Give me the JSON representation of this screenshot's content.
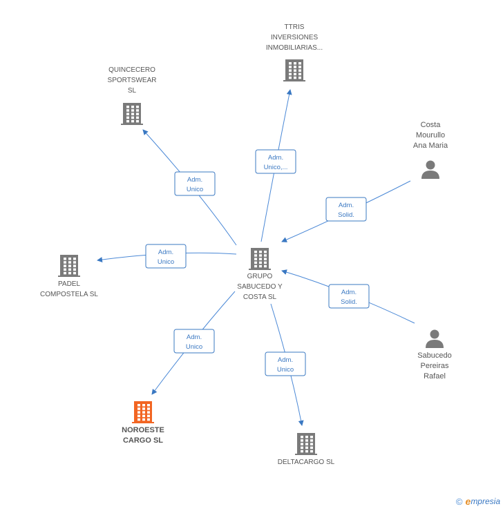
{
  "nodes": {
    "center": {
      "lines": [
        "GRUPO",
        "SABUCEDO Y",
        "COSTA SL"
      ],
      "kind": "company"
    },
    "ttris": {
      "lines": [
        "TTRIS",
        "INVERSIONES",
        "INMOBILIARIAS..."
      ],
      "kind": "company"
    },
    "quincecero": {
      "lines": [
        "QUINCECERO",
        "SPORTSWEAR",
        "SL"
      ],
      "kind": "company"
    },
    "padel": {
      "lines": [
        "PADEL",
        "COMPOSTELA SL"
      ],
      "kind": "company"
    },
    "noroeste": {
      "lines": [
        "NOROESTE",
        "CARGO SL"
      ],
      "kind": "company-highlight"
    },
    "deltacargo": {
      "lines": [
        "DELTACARGO SL"
      ],
      "kind": "company"
    },
    "costa": {
      "lines": [
        "Costa",
        "Mourullo",
        "Ana Maria"
      ],
      "kind": "person"
    },
    "sabucedo": {
      "lines": [
        "Sabucedo",
        "Pereiras",
        "Rafael"
      ],
      "kind": "person"
    }
  },
  "edges": {
    "quincecero": [
      "Adm.",
      "Unico"
    ],
    "ttris": [
      "Adm.",
      "Unico,..."
    ],
    "costa": [
      "Adm.",
      "Solid."
    ],
    "padel": [
      "Adm.",
      "Unico"
    ],
    "sabucedo": [
      "Adm.",
      "Solid."
    ],
    "noroeste": [
      "Adm.",
      "Unico"
    ],
    "deltacargo": [
      "Adm.",
      "Unico"
    ]
  },
  "colors": {
    "building": "#7a7a7a",
    "building_highlight": "#f26522",
    "person": "#7a7a7a",
    "edge": "#4a88d6"
  },
  "footer": {
    "copyright": "©",
    "brand_e": "e",
    "brand_rest": "mpresia"
  }
}
